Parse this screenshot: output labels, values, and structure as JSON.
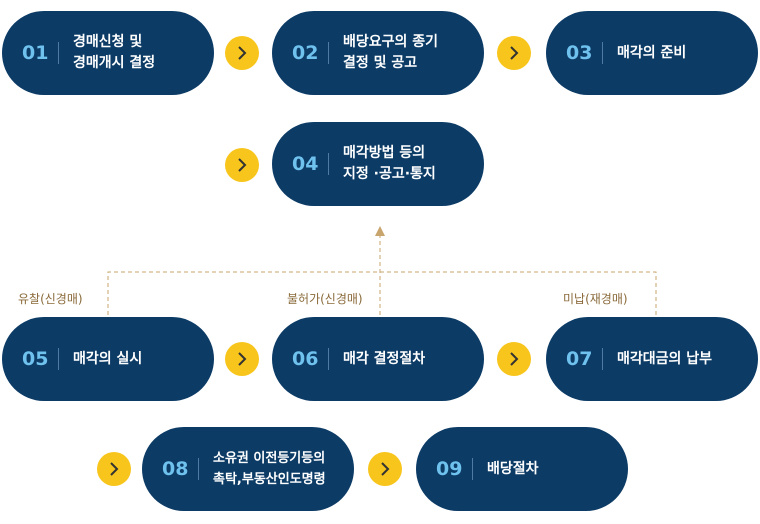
{
  "colors": {
    "box": "#0c3b66",
    "number": "#6fc1ee",
    "arrow": "#f7c51b",
    "connector": "#c9a56e",
    "note": "#8a6a3a"
  },
  "steps": [
    {
      "num": "01",
      "label": "경매신청 및\n경매개시 결정"
    },
    {
      "num": "02",
      "label": "배당요구의 종기\n결정 및 공고"
    },
    {
      "num": "03",
      "label": "매각의 준비"
    },
    {
      "num": "04",
      "label": "매각방법 등의\n지정 ·공고·통지"
    },
    {
      "num": "05",
      "label": "매각의 실시"
    },
    {
      "num": "06",
      "label": "매각 결정절차"
    },
    {
      "num": "07",
      "label": "매각대금의 납부"
    },
    {
      "num": "08",
      "label": "소유권 이전등기등의\n촉탁,부동산인도명령"
    },
    {
      "num": "09",
      "label": "배당절차"
    }
  ],
  "notes": {
    "rebid_failed": "유찰(신경매)",
    "rebid_denied": "불허가(신경매)",
    "unpaid": "미납(재경매)"
  },
  "icons": {
    "arrow": "chevron-right-icon"
  }
}
